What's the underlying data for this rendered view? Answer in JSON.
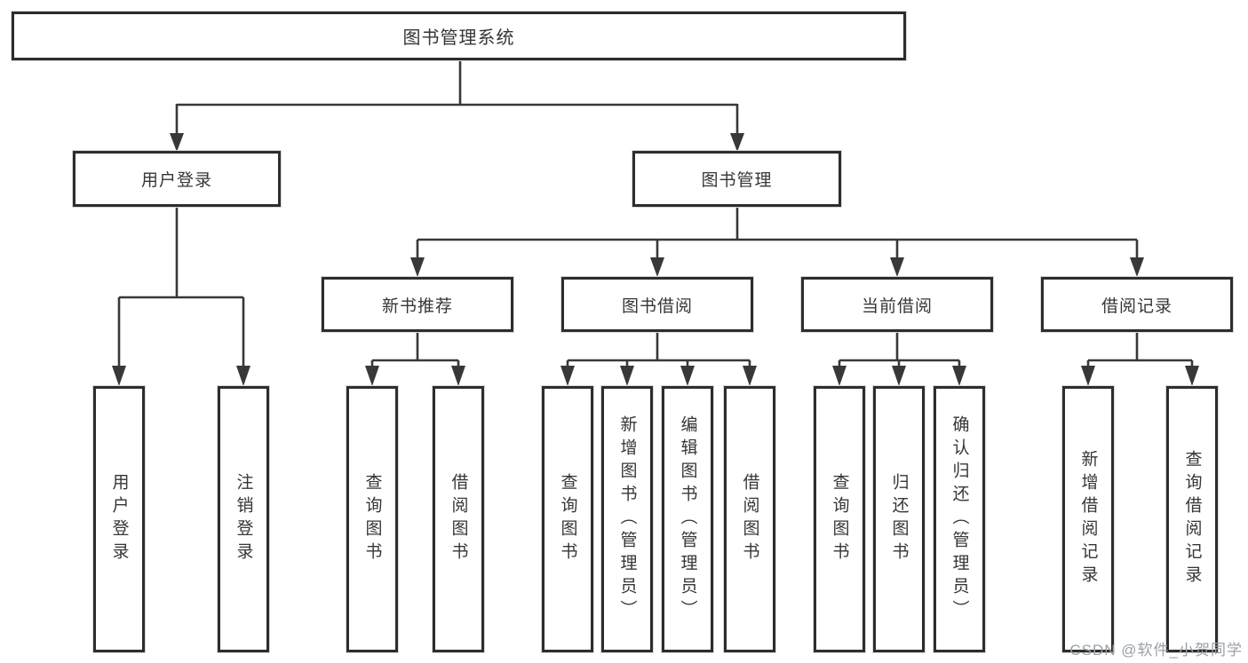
{
  "tree": {
    "root": {
      "label": "图书管理系统"
    },
    "branches": [
      {
        "label": "用户登录",
        "children": [
          {
            "label": "用户登录"
          },
          {
            "label": "注销登录"
          }
        ]
      },
      {
        "label": "图书管理",
        "children": [
          {
            "label": "新书推荐",
            "children": [
              {
                "label": "查询图书"
              },
              {
                "label": "借阅图书"
              }
            ]
          },
          {
            "label": "图书借阅",
            "children": [
              {
                "label": "查询图书"
              },
              {
                "label": "新增图书（管理员）"
              },
              {
                "label": "编辑图书（管理员）"
              },
              {
                "label": "借阅图书"
              }
            ]
          },
          {
            "label": "当前借阅",
            "children": [
              {
                "label": "查询图书"
              },
              {
                "label": "归还图书"
              },
              {
                "label": "确认归还（管理员）"
              }
            ]
          },
          {
            "label": "借阅记录",
            "children": [
              {
                "label": "新增借阅记录"
              },
              {
                "label": "查询借阅记录"
              }
            ]
          }
        ]
      }
    ]
  },
  "watermark": "CSDN @软件_小贺同学",
  "colors": {
    "line": "#383838",
    "box_border": "#2d2d2d",
    "text": "#363636",
    "watermark": "#9aa0a6",
    "background": "#ffffff"
  }
}
